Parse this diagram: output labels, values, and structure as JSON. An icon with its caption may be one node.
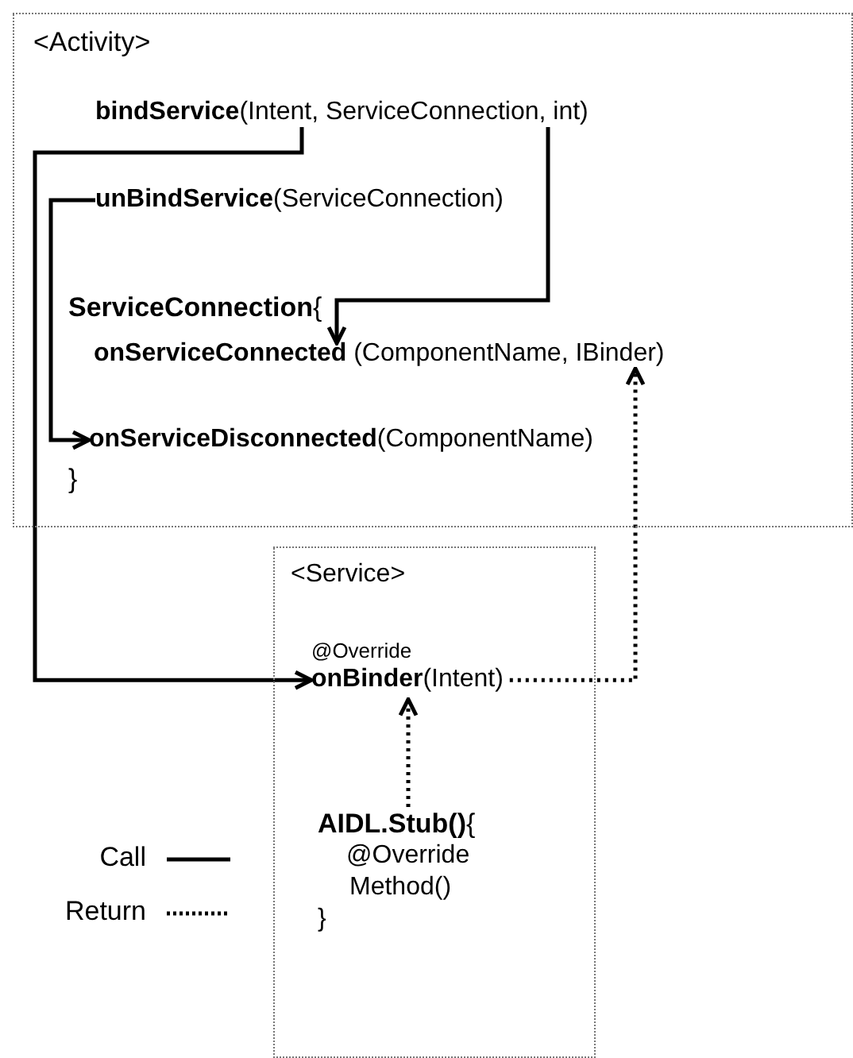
{
  "diagram": {
    "nodes": [
      {
        "text": [
          "<Activity>"
        ]
      },
      {
        "text": [
          "**bindService**(Intent, ServiceConnection, int)"
        ],
        "in": 0
      },
      {
        "text": [
          "**unBindService**(ServiceConnection)"
        ],
        "in": 0
      },
      {
        "text": [
          "**onServiceConnected** (ComponentName, IBinder)"
        ],
        "in": 0
      },
      {
        "text": [
          "**onServiceDisconnected**(ComponentName)"
        ],
        "in": 0
      },
      {
        "text": [
          "<Service>"
        ]
      },
      {
        "text": [
          "@Override",
          "**onBinder**(Intent)"
        ],
        "in": 5
      },
      {
        "text": [
          "**AIDL.Stub()**{",
          "@Override",
          "Method()",
          "}"
        ],
        "in": 5
      }
    ],
    "edges": [
      {
        "from": 1,
        "to": 6,
        "arrow": "to"
      },
      {
        "from": 1,
        "to": 3,
        "arrow": "to"
      },
      {
        "from": 2,
        "to": 4,
        "arrow": "to"
      },
      {
        "from": 6,
        "to": 3,
        "arrow": "to",
        "style": "dashed"
      },
      {
        "from": 7,
        "to": 6,
        "arrow": "to",
        "style": "dashed"
      }
    ],
    "labels": [
      "**ServiceConnection**{",
      "}"
    ],
    "legend": [
      {
        "text": "Call"
      },
      {
        "text": "Return"
      }
    ]
  }
}
